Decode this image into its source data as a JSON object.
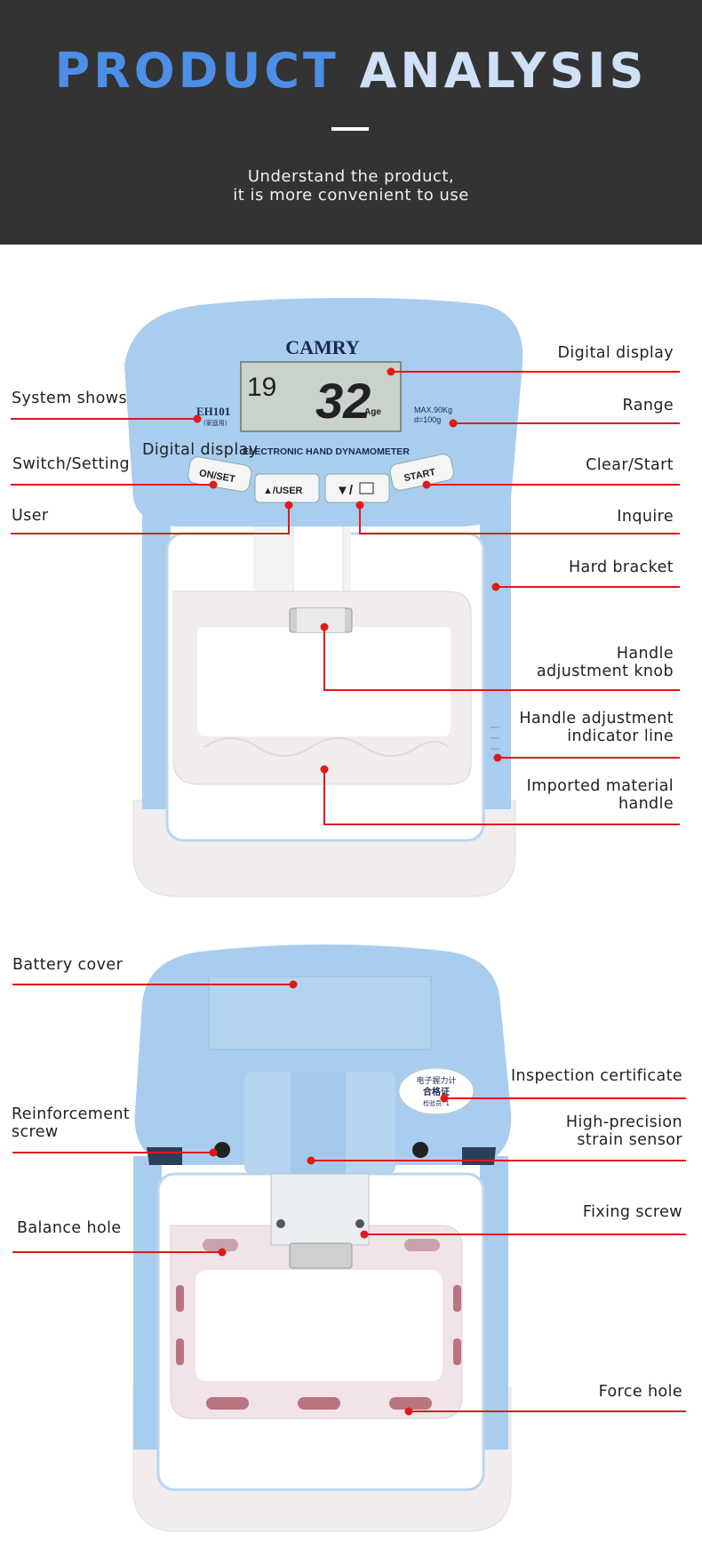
{
  "header": {
    "title_part1": "PRODUCT",
    "title_part2": "ANALYSIS",
    "subtitle_line1": "Understand the product,",
    "subtitle_line2": "it is more convenient to use"
  },
  "device": {
    "brand": "CAMRY",
    "model": "EH101",
    "model_sub": "(家庭用)",
    "lcd_small": "19",
    "lcd_big": "32",
    "lcd_unit": "Age",
    "range_line1": "MAX.90Kg",
    "range_line2": "d=100g",
    "panel_text": "ELECTRONIC HAND DYNAMOMETER",
    "btn_onset": "ON/SET",
    "btn_user": "▲/USER",
    "btn_inquire": "▼/",
    "btn_start": "START",
    "cert_line1": "电子握力计",
    "cert_line2": "合格证",
    "cert_line3": "检验员: 1"
  },
  "labels": {
    "digital_display": "Digital display",
    "digital_display_overlay": "Digital display",
    "system_shows": "System shows",
    "range": "Range",
    "switch_setting": "Switch/Setting",
    "clear_start": "Clear/Start",
    "user": "User",
    "inquire": "Inquire",
    "hard_bracket": "Hard bracket",
    "knob_1": "Handle",
    "knob_2": "adjustment knob",
    "indicator_1": "Handle adjustment",
    "indicator_2": "indicator line",
    "material_1": "Imported material",
    "material_2": "handle",
    "battery_cover": "Battery cover",
    "inspection_certificate": "Inspection certificate",
    "reinforcement_1": "Reinforcement",
    "reinforcement_2": "screw",
    "sensor_1": "High-precision",
    "sensor_2": "strain sensor",
    "fixing_screw": "Fixing screw",
    "balance_hole": "Balance hole",
    "force_hole": "Force hole"
  },
  "colors": {
    "header_bg": "#333333",
    "title_blue": "#4d8ee6",
    "title_light": "#cfe0f7",
    "device_blue": "#a9cdee",
    "device_white": "#f1ecee",
    "leader_red": "#e01a1a"
  }
}
